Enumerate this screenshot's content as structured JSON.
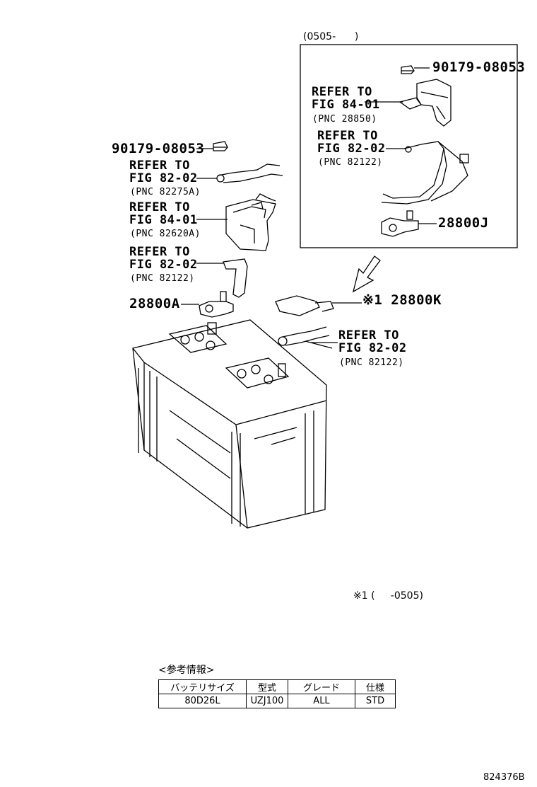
{
  "inset": {
    "range": "(0505-      )",
    "bolt": "90179-08053",
    "ref1": {
      "l1": "REFER TO",
      "l2": "FIG 84-01",
      "pnc": "(PNC 28850)"
    },
    "ref2": {
      "l1": "REFER TO",
      "l2": "FIG 82-02",
      "pnc": "(PNC 82122)"
    },
    "terminal": "28800J"
  },
  "main": {
    "bolt": "90179-08053",
    "ref1": {
      "l1": "REFER TO",
      "l2": "FIG 82-02",
      "pnc": "(PNC 82275A)"
    },
    "ref2": {
      "l1": "REFER TO",
      "l2": "FIG 84-01",
      "pnc": "(PNC 82620A)"
    },
    "ref3": {
      "l1": "REFER TO",
      "l2": "FIG 82-02",
      "pnc": "(PNC 82122)"
    },
    "terminal_a": "28800A",
    "terminal_k": "※1 28800K",
    "ref4": {
      "l1": "REFER TO",
      "l2": "FIG 82-02",
      "pnc": "(PNC 82122)"
    }
  },
  "footnote": "※1 (     -0505)",
  "reference": {
    "caption": "<参考情報>",
    "headers": [
      "バッテリサイズ",
      "型式",
      "グレード",
      "仕様"
    ],
    "values": [
      "80D26L",
      "UZJ100",
      "ALL",
      "STD"
    ]
  },
  "diagram_id": "824376B"
}
